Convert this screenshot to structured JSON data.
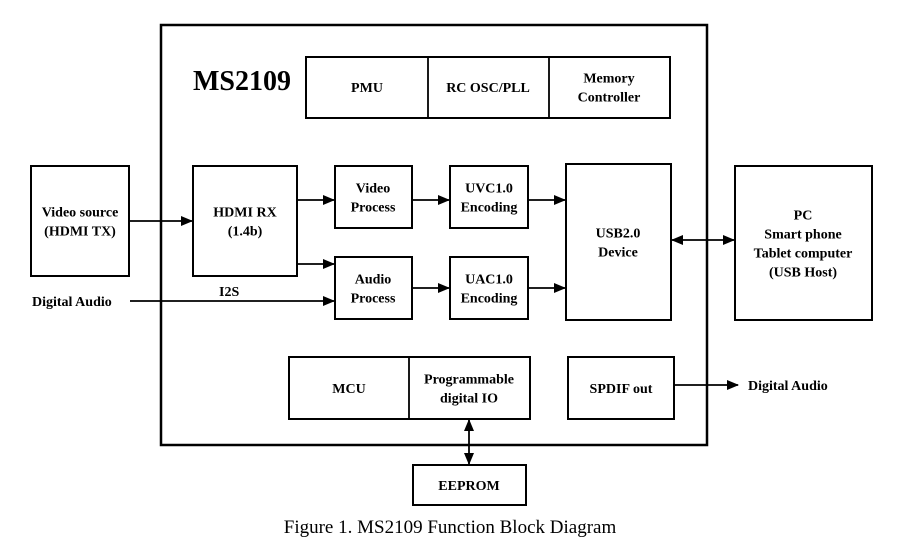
{
  "chip_name": "MS2109",
  "caption": "Figure 1. MS2109 Function Block Diagram",
  "blocks": {
    "pmu": [
      "PMU"
    ],
    "rc_osc": [
      "RC OSC/PLL"
    ],
    "mem_ctrl": [
      "Memory",
      "Controller"
    ],
    "video_source": [
      "Video source",
      "(HDMI TX)"
    ],
    "hdmi_rx": [
      "HDMI RX",
      "(1.4b)"
    ],
    "video_process": [
      "Video",
      "Process"
    ],
    "audio_process": [
      "Audio",
      "Process"
    ],
    "uvc": [
      "UVC1.0",
      "Encoding"
    ],
    "uac": [
      "UAC1.0",
      "Encoding"
    ],
    "usb": [
      "USB2.0",
      "Device"
    ],
    "pc": [
      "PC",
      "Smart phone",
      "Tablet computer",
      "(USB Host)"
    ],
    "mcu": [
      "MCU"
    ],
    "prog_io": [
      "Programmable",
      "digital IO"
    ],
    "spdif": [
      "SPDIF out"
    ],
    "eeprom": [
      "EEPROM"
    ]
  },
  "labels": {
    "digital_audio_in": "Digital Audio",
    "i2s": "I2S",
    "digital_audio_out": "Digital Audio"
  },
  "colors": {
    "line": "#000000",
    "background": "#ffffff"
  }
}
